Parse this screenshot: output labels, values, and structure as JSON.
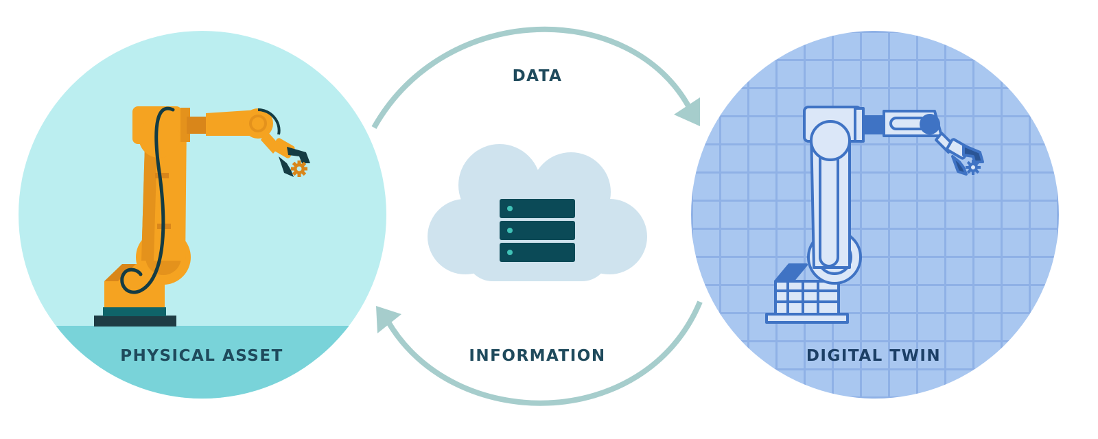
{
  "colors": {
    "physical_bg": "#bbeef0",
    "physical_floor": "#79d3d9",
    "twin_bg": "#a9c7f0",
    "twin_grid": "#8fb1e6",
    "arrow": "#a6cdcc",
    "cloud": "#cfe3ee",
    "server": "#0b4a57",
    "robot_orange": "#f5a321",
    "robot_blueprint": "#3f73c4",
    "label_text": "#1f4a5c",
    "twin_label_text": "#1c3f66"
  },
  "labels": {
    "data": "DATA",
    "information": "INFORMATION",
    "physical_asset": "PHYSICAL ASSET",
    "digital_twin": "DIGITAL TWIN"
  },
  "icons": {
    "physical": "industrial-robot-arm-icon",
    "cloud": "cloud-server-icon",
    "twin": "robot-arm-blueprint-icon"
  }
}
